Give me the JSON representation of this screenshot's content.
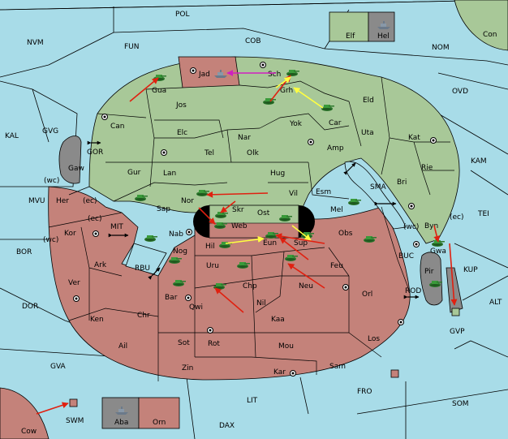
{
  "colors": {
    "sea": "#a8dce8",
    "green_land": "#a8c898",
    "red_land": "#c4827a",
    "neutral_land": "#a8c898",
    "grey_land": "#8a8a8a",
    "move_red": "#e02010",
    "move_yellow": "#ffff40",
    "move_magenta": "#d020c0",
    "unit_green": "#3a9a3a",
    "unit_grey": "#7a8898"
  },
  "sea_labels": [
    {
      "name": "POL"
    },
    {
      "name": "NVM"
    },
    {
      "name": "FUN"
    },
    {
      "name": "COB"
    },
    {
      "name": "NOM"
    },
    {
      "name": "OVD"
    },
    {
      "name": "KAL"
    },
    {
      "name": "GVG"
    },
    {
      "name": "GOR"
    },
    {
      "name": "MVU"
    },
    {
      "name": "(wc)"
    },
    {
      "name": "(ec)"
    },
    {
      "name": "(ec)"
    },
    {
      "name": "(wc)"
    },
    {
      "name": "MIT"
    },
    {
      "name": "BOR"
    },
    {
      "name": "RBU"
    },
    {
      "name": "DOR"
    },
    {
      "name": "GVA"
    },
    {
      "name": "SWM"
    },
    {
      "name": "LIT"
    },
    {
      "name": "DAX"
    },
    {
      "name": "FRO"
    },
    {
      "name": "SOM"
    },
    {
      "name": "ALT"
    },
    {
      "name": "KUP"
    },
    {
      "name": "TEI"
    },
    {
      "name": "KAM"
    },
    {
      "name": "SMA"
    },
    {
      "name": "BUC"
    },
    {
      "name": "ROD"
    },
    {
      "name": "GVP"
    },
    {
      "name": "(wc)"
    },
    {
      "name": "(ec)"
    }
  ],
  "land_labels": [
    {
      "name": "Elf"
    },
    {
      "name": "Hel"
    },
    {
      "name": "Con"
    },
    {
      "name": "Jad"
    },
    {
      "name": "Sch"
    },
    {
      "name": "Gua"
    },
    {
      "name": "Jos"
    },
    {
      "name": "Grh"
    },
    {
      "name": "Eld"
    },
    {
      "name": "Can"
    },
    {
      "name": "Car"
    },
    {
      "name": "Yok"
    },
    {
      "name": "Uta"
    },
    {
      "name": "Elc"
    },
    {
      "name": "Nar"
    },
    {
      "name": "Kat"
    },
    {
      "name": "Tel"
    },
    {
      "name": "Olk"
    },
    {
      "name": "Amp"
    },
    {
      "name": "Gaw"
    },
    {
      "name": "Gur"
    },
    {
      "name": "Lan"
    },
    {
      "name": "Hug"
    },
    {
      "name": "Rie"
    },
    {
      "name": "Bri"
    },
    {
      "name": "Her"
    },
    {
      "name": "Nor"
    },
    {
      "name": "Vil"
    },
    {
      "name": "Esm"
    },
    {
      "name": "Sap"
    },
    {
      "name": "Skr"
    },
    {
      "name": "Mel"
    },
    {
      "name": "Ost"
    },
    {
      "name": "Web"
    },
    {
      "name": "Kor"
    },
    {
      "name": "Nab"
    },
    {
      "name": "Obs"
    },
    {
      "name": "Byn"
    },
    {
      "name": "Eun"
    },
    {
      "name": "Sup"
    },
    {
      "name": "Hil"
    },
    {
      "name": "Gwa"
    },
    {
      "name": "Ark"
    },
    {
      "name": "Nog"
    },
    {
      "name": "Uru"
    },
    {
      "name": "Feu"
    },
    {
      "name": "Pir"
    },
    {
      "name": "Ver"
    },
    {
      "name": "Chp"
    },
    {
      "name": "Neu"
    },
    {
      "name": "Orl"
    },
    {
      "name": "Bar"
    },
    {
      "name": "Qwi"
    },
    {
      "name": "Nil"
    },
    {
      "name": "Ken"
    },
    {
      "name": "Chr"
    },
    {
      "name": "Kaa"
    },
    {
      "name": "Sot"
    },
    {
      "name": "Rot"
    },
    {
      "name": "Los"
    },
    {
      "name": "Ail"
    },
    {
      "name": "Mou"
    },
    {
      "name": "Zin"
    },
    {
      "name": "Kar"
    },
    {
      "name": "Sam"
    },
    {
      "name": "Cow"
    },
    {
      "name": "Aba"
    },
    {
      "name": "Orn"
    }
  ],
  "unit_icons": {
    "army": "tank-icon",
    "fleet": "ship-icon",
    "supply": "supply-center-icon"
  }
}
